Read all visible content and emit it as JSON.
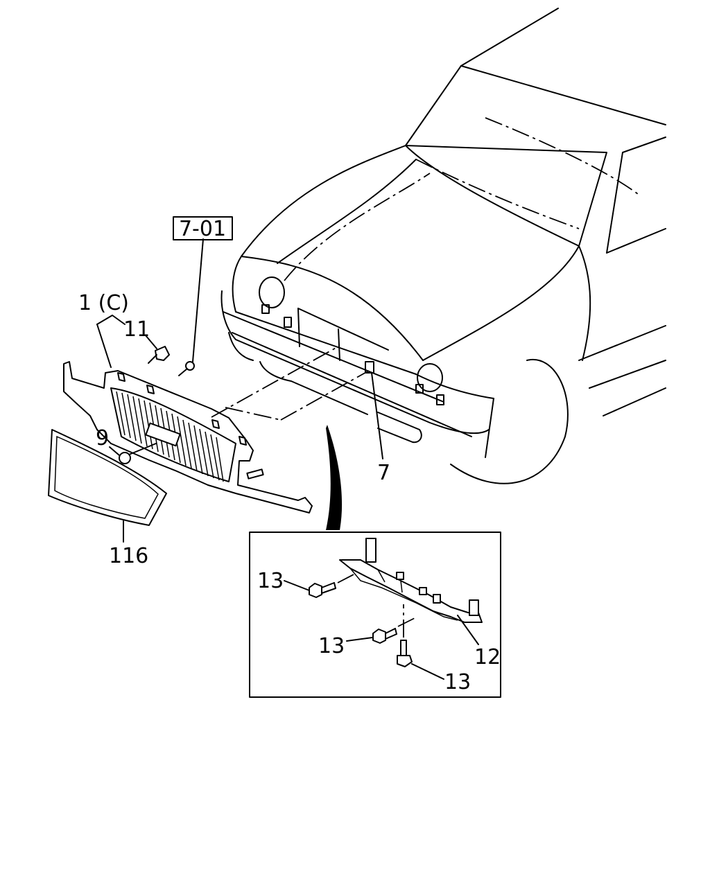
{
  "labels": {
    "ref_box": "7-01",
    "grille_assembly": "1 (C)",
    "clip": "11",
    "screw_9": "9",
    "retainer_7": "7",
    "grille_molding": "116",
    "bolt_13_a": "13",
    "bolt_13_b": "13",
    "bolt_13_c": "13",
    "bracket_12": "12"
  }
}
